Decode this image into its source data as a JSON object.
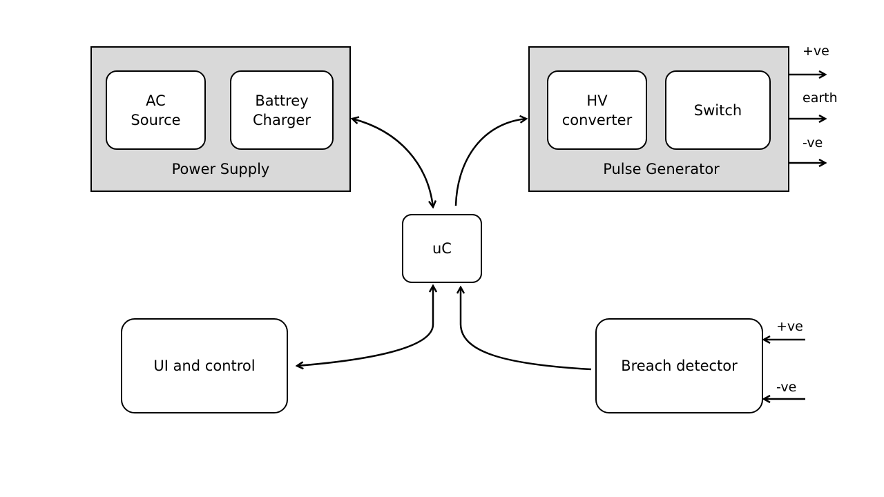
{
  "power_supply": {
    "caption": "Power Supply",
    "ac_source": "AC\nSource",
    "battery_charger": "Battrey\nCharger"
  },
  "pulse_generator": {
    "caption": "Pulse Generator",
    "hv_converter": "HV\nconverter",
    "switch": "Switch",
    "outputs": [
      "+ve",
      "earth",
      "-ve"
    ]
  },
  "controller": {
    "label": "uC"
  },
  "ui_control": {
    "label": "UI and control"
  },
  "breach_detector": {
    "label": "Breach detector",
    "inputs": [
      "+ve",
      "-ve"
    ]
  },
  "colors": {
    "group_fill": "#d9d9d9",
    "box_fill": "#ffffff",
    "line": "#000000"
  }
}
